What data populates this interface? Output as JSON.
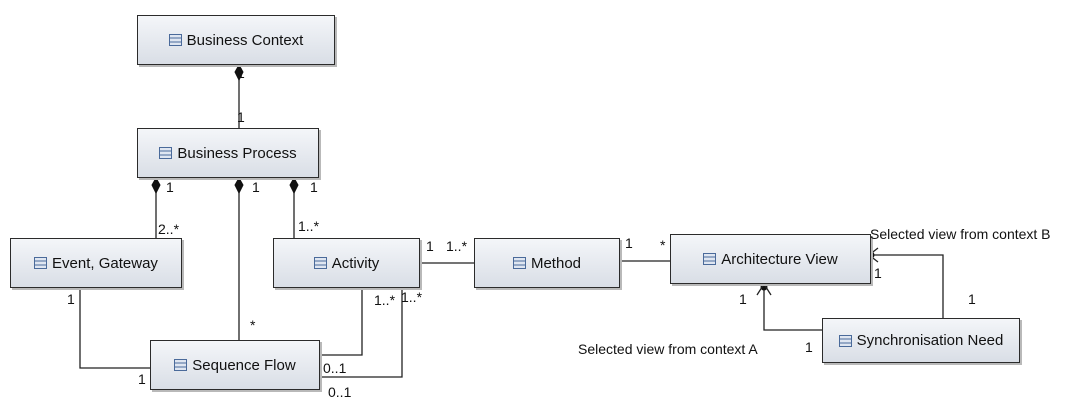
{
  "nodes": {
    "business_context": "Business Context",
    "business_process": "Business Process",
    "event_gateway": "Event, Gateway",
    "activity": "Activity",
    "method": "Method",
    "architecture_view": "Architecture View",
    "sequence_flow": "Sequence Flow",
    "synchronisation_need": "Synchronisation Need"
  },
  "multiplicities": {
    "context_process_top": "1",
    "context_process_bottom": "1",
    "process_event_top": "1",
    "process_event_bottom": "2..*",
    "process_seqflow_top": "1",
    "process_seqflow_bottom": "*",
    "process_activity_top": "1",
    "process_activity_bottom": "1..*",
    "activity_method_left": "1",
    "activity_method_right": "1..*",
    "method_archview_left": "1",
    "method_archview_right": "*",
    "event_seqflow_top": "1",
    "event_seqflow_bottom": "1",
    "activity_seqflow_a": "1..*",
    "activity_seqflow_b": "1..*",
    "seqflow_activity_a": "0..1",
    "seqflow_activity_b": "0..1",
    "archview_sync_b_top": "1",
    "archview_sync_b_bottom": "1",
    "archview_sync_a_top": "1",
    "archview_sync_a_bottom": "1"
  },
  "notes": {
    "context_b": "Selected view from context B",
    "context_a": "Selected view from context A"
  }
}
